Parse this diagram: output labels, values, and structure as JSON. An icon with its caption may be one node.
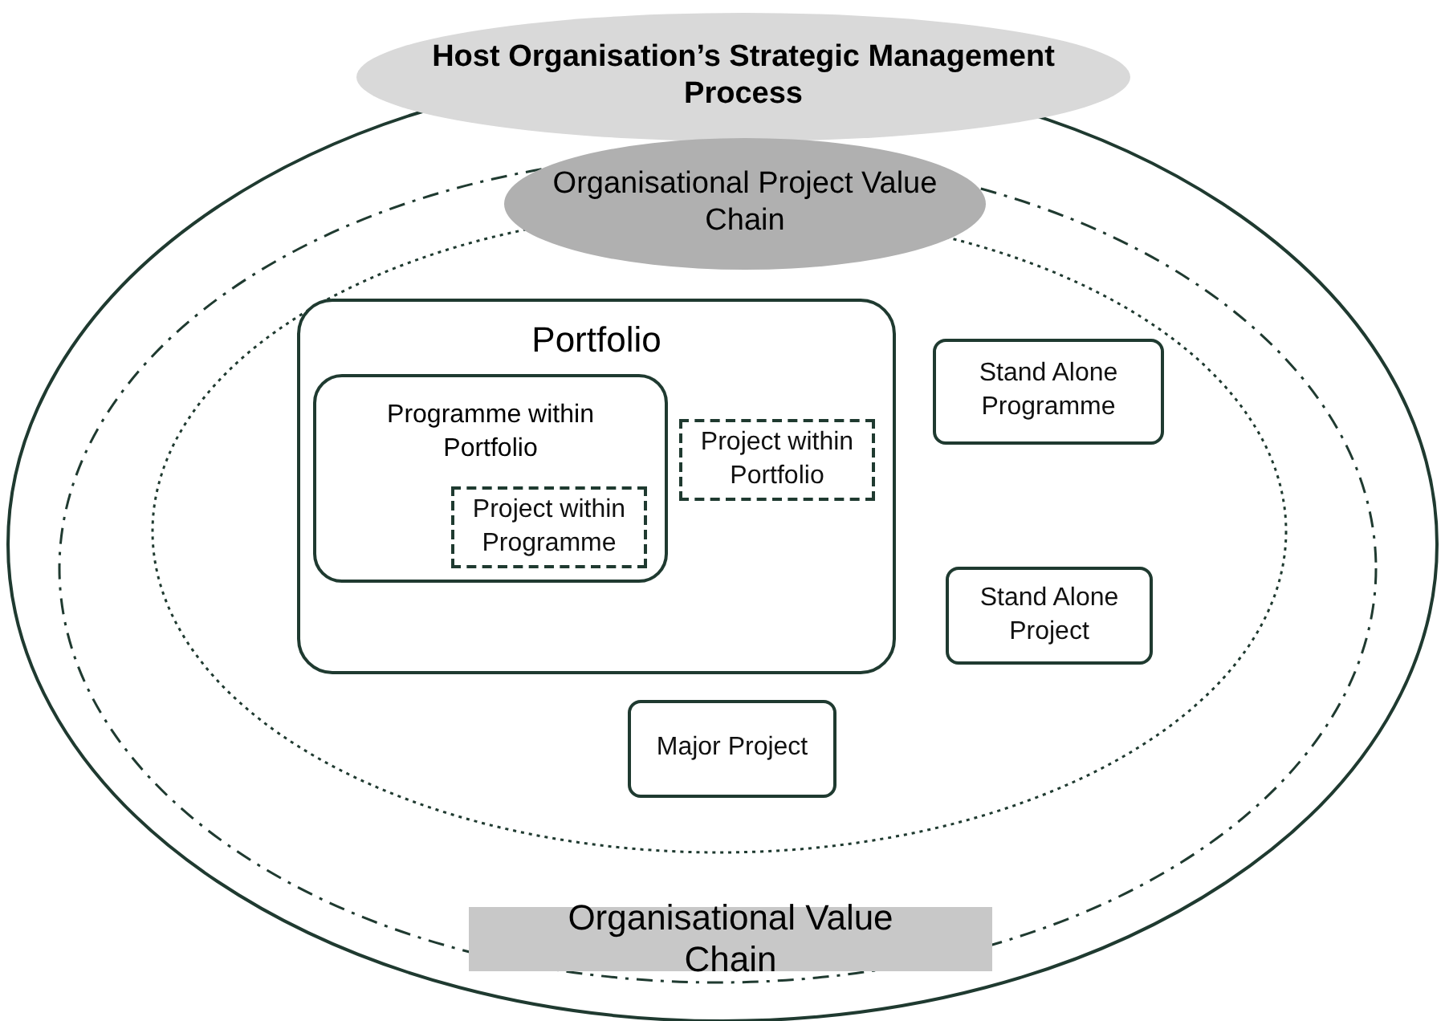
{
  "diagram": {
    "nodes": [
      {
        "text": [
          "Host Organisation’s Strategic Management Process"
        ]
      },
      {
        "text": [
          "Organisational Value Chain"
        ],
        "in": 0
      },
      {
        "text": [
          "Organisational Project Value Chain"
        ],
        "in": 1
      },
      {
        "text": [
          "Portfolio"
        ],
        "in": 2
      },
      {
        "text": [
          "Programme within Portfolio"
        ],
        "in": 3
      },
      {
        "text": [
          "Project within Programme"
        ],
        "in": 4
      },
      {
        "text": [
          "Project within Portfolio"
        ],
        "in": 3
      },
      {
        "text": [
          "Stand Alone Programme"
        ],
        "in": 2
      },
      {
        "text": [
          "Stand Alone Project"
        ],
        "in": 2
      },
      {
        "text": [
          "Major Project"
        ],
        "in": 2
      }
    ]
  }
}
